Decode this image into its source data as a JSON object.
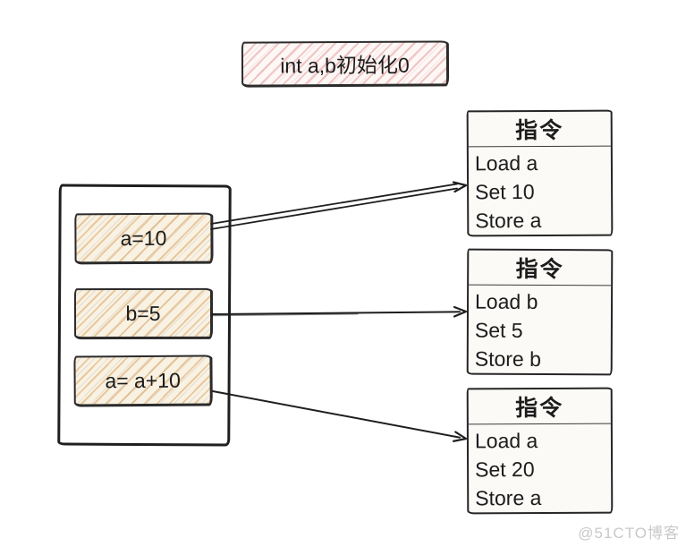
{
  "page": {
    "watermark": "@51CTO博客",
    "background_color": "#ffffff"
  },
  "title_box": {
    "label": "int a,b初始化0",
    "fill_color": "#fdf7f5",
    "hatch_color": "#d88080"
  },
  "code_panel": {
    "fill_color": "#f9f2e3",
    "hatch_color": "#d79e5a",
    "items": [
      {
        "label": "a=10"
      },
      {
        "label": "b=5"
      },
      {
        "label": "a= a+10"
      }
    ]
  },
  "instruction_boxes": [
    {
      "header": "指令",
      "lines": [
        "Load a",
        "Set 10",
        "Store a"
      ]
    },
    {
      "header": "指令",
      "lines": [
        "Load b",
        "Set 5",
        "Store b"
      ]
    },
    {
      "header": "指令",
      "lines": [
        "Load a",
        "Set 20",
        "Store a"
      ]
    }
  ],
  "colors": {
    "border": "#2b2b2b",
    "arrow": "#1e1e1e",
    "watermark": "#c9c9c9"
  }
}
